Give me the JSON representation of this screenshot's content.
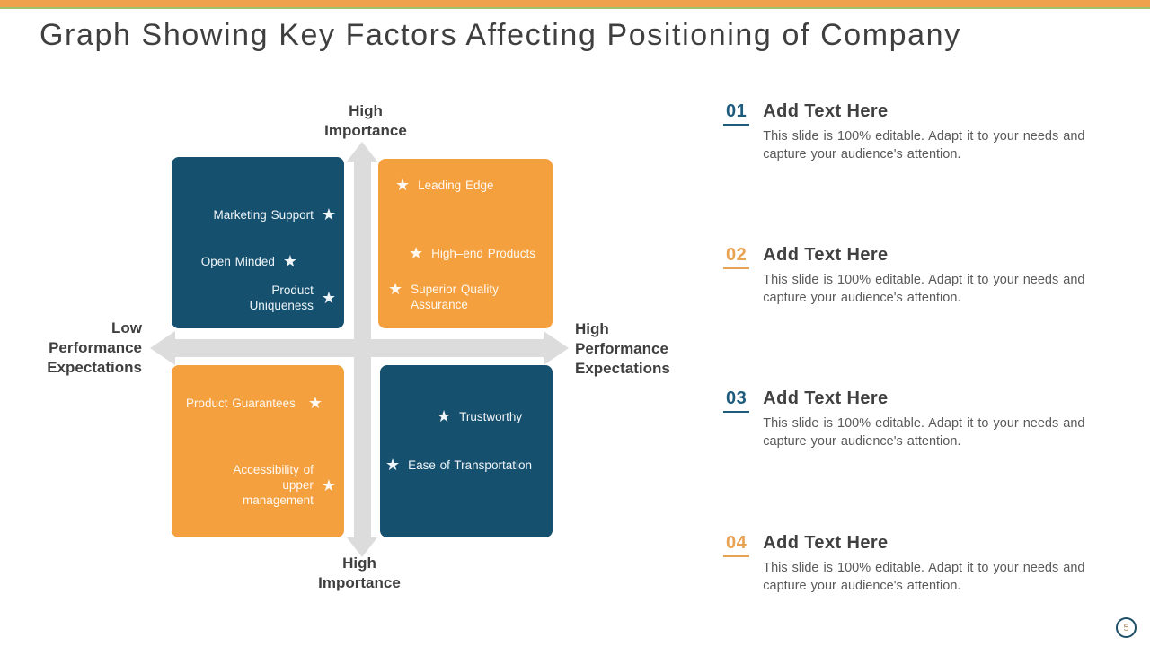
{
  "slide": {
    "title": "Graph Showing Key Factors Affecting Positioning of Company",
    "page_number": "5"
  },
  "icons": {
    "star": "★"
  },
  "colors": {
    "accent_orange": "#F5A03E",
    "accent_teal": "#15506E",
    "top_bar_orange": "#F0A14C",
    "top_bar_green": "#9CC36B",
    "arrow_gray": "#DCDCDC",
    "number_teal": "#1E5C7D",
    "number_orange": "#E8A254"
  },
  "chart": {
    "type": "quadrant-diagram",
    "axis_labels": {
      "top": "High\nImportance",
      "bottom": "High\nImportance",
      "left": "Low\nPerformance\nExpectations",
      "right": "High\nPerformance\nExpectations"
    },
    "quadrants": {
      "top_left": {
        "color": "teal",
        "items": [
          "Marketing Support",
          "Open Minded",
          "Product\nUniqueness"
        ]
      },
      "top_right": {
        "color": "orange",
        "items": [
          "Leading Edge",
          "High–end Products",
          "Superior Quality\nAssurance"
        ]
      },
      "bottom_left": {
        "color": "orange",
        "items": [
          "Product Guarantees",
          "Accessibility of\nupper\nmanagement"
        ]
      },
      "bottom_right": {
        "color": "teal",
        "items": [
          "Trustworthy",
          "Ease of Transportation"
        ]
      }
    }
  },
  "panel": {
    "items": [
      {
        "number": "01",
        "heading": "Add Text Here",
        "body": "This slide is 100% editable. Adapt it to your needs and capture your audience's attention."
      },
      {
        "number": "02",
        "heading": "Add Text Here",
        "body": "This slide is 100% editable. Adapt it to your needs and capture your audience's attention."
      },
      {
        "number": "03",
        "heading": "Add Text Here",
        "body": "This slide is 100% editable. Adapt it to your needs and capture your audience's attention."
      },
      {
        "number": "04",
        "heading": "Add Text Here",
        "body": "This slide is 100% editable. Adapt it to your needs and capture your audience's attention."
      }
    ]
  }
}
